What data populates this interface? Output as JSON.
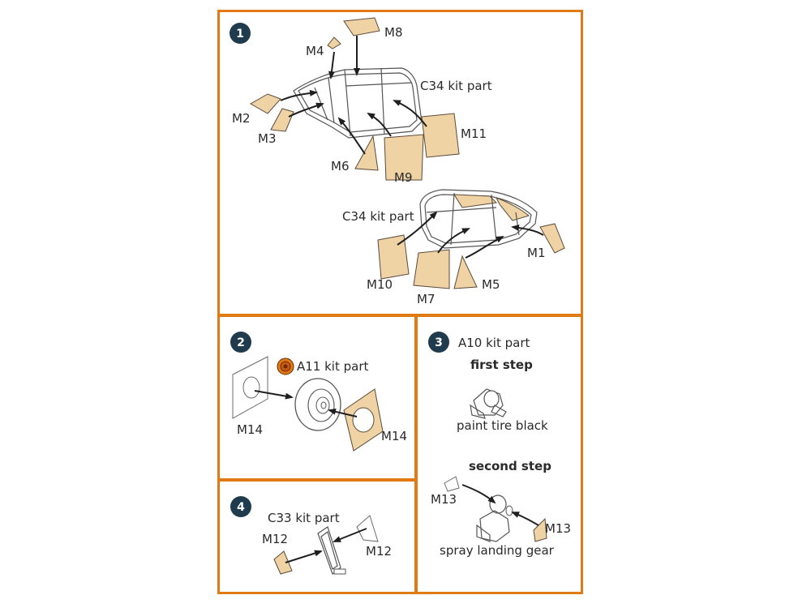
{
  "colors": {
    "border": "#e07a12",
    "badge": "#1f3b4d",
    "mask": "#efd3a4",
    "text": "#2a2a2a"
  },
  "steps": [
    {
      "number": "1",
      "labels": {
        "top_part": "C34 kit part",
        "bottom_part": "C34 kit part",
        "m1": "M1",
        "m2": "M2",
        "m3": "M3",
        "m4": "M4",
        "m5": "M5",
        "m6": "M6",
        "m7": "M7",
        "m8": "M8",
        "m9": "M9",
        "m10": "M10",
        "m11": "M11"
      }
    },
    {
      "number": "2",
      "labels": {
        "part": "A11 kit part",
        "m14_left": "M14",
        "m14_right": "M14"
      }
    },
    {
      "number": "3",
      "labels": {
        "part": "A10 kit part",
        "first_step": "first step",
        "first_caption": "paint tire black",
        "second_step": "second step",
        "m13_left": "M13",
        "m13_right": "M13",
        "second_caption": "spray landing gear"
      }
    },
    {
      "number": "4",
      "labels": {
        "part": "C33 kit part",
        "m12_left": "M12",
        "m12_right": "M12"
      }
    }
  ]
}
